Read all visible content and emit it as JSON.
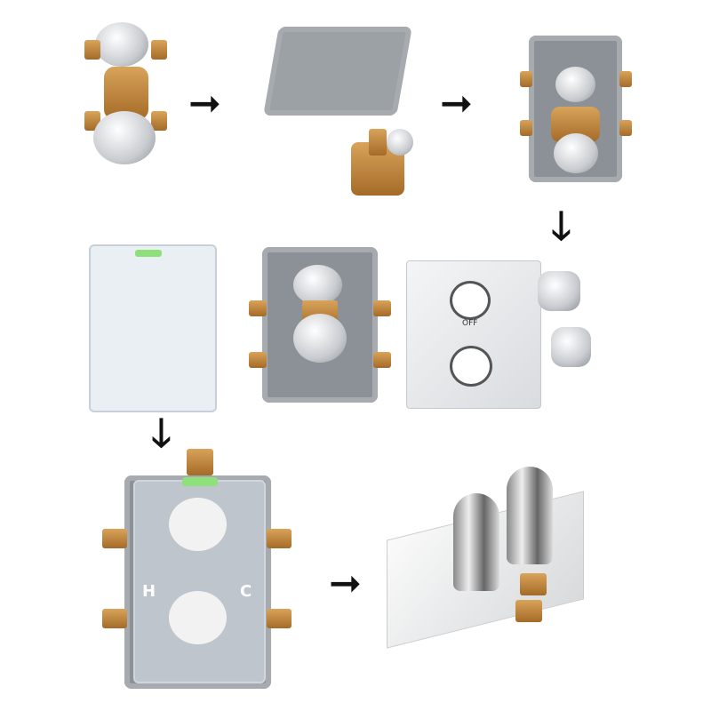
{
  "steps": [
    {
      "name": "valve-body"
    },
    {
      "name": "embedded-box-with-valve"
    },
    {
      "name": "valve-installed-in-box"
    },
    {
      "name": "protective-cover"
    },
    {
      "name": "box-with-valve"
    },
    {
      "name": "cover-plate"
    },
    {
      "name": "handles"
    },
    {
      "name": "box-with-cover-installed"
    },
    {
      "name": "finished-thermostatic-mixer"
    }
  ],
  "plate": {
    "off_label": "OFF"
  },
  "cover": {
    "hot_label": "H",
    "cold_label": "C"
  },
  "arrows": [
    "right",
    "right",
    "down",
    "down",
    "right"
  ]
}
